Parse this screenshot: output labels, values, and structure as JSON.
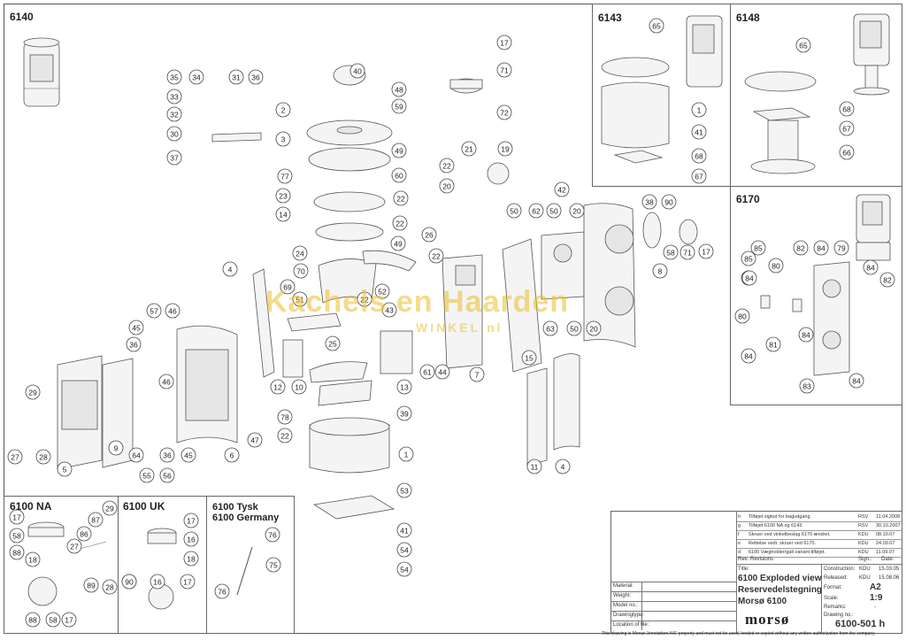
{
  "panels": {
    "main": "6140",
    "p6143": "6143",
    "p6148": "6148",
    "p6170": "6170",
    "na": "6100 NA",
    "uk": "6100 UK",
    "tysk": "6100 Tysk",
    "germany": "6100 Germany"
  },
  "watermark": {
    "main": "Kachels en Haarden",
    "sub": "WINKEL.nl"
  },
  "callouts_main": [
    "35",
    "34",
    "31",
    "36",
    "33",
    "32",
    "30",
    "37",
    "40",
    "48",
    "59",
    "2",
    "3",
    "49",
    "77",
    "60",
    "22",
    "23",
    "14",
    "17",
    "71",
    "72",
    "21",
    "19",
    "22",
    "20",
    "42",
    "50",
    "62",
    "50",
    "20",
    "38",
    "90",
    "58",
    "71",
    "17",
    "26",
    "22",
    "24",
    "70",
    "49",
    "52",
    "43",
    "22",
    "69",
    "51",
    "22",
    "4",
    "57",
    "46",
    "45",
    "36",
    "8",
    "25",
    "12",
    "10",
    "13",
    "44",
    "61",
    "63",
    "50",
    "20",
    "15",
    "7",
    "29",
    "46",
    "27",
    "28",
    "5",
    "9",
    "64",
    "55",
    "56",
    "36",
    "45",
    "6",
    "47",
    "78",
    "22",
    "39",
    "1",
    "53",
    "11",
    "4",
    "41",
    "54",
    "54"
  ],
  "callouts_6143": [
    "65",
    "1",
    "41",
    "68",
    "67"
  ],
  "callouts_6148": [
    "65",
    "68",
    "67",
    "66"
  ],
  "callouts_6170": [
    "85",
    "82",
    "84",
    "79",
    "85",
    "84",
    "80",
    "80",
    "84",
    "84",
    "84",
    "81",
    "82",
    "84",
    "83",
    "84"
  ],
  "callouts_na": [
    "17",
    "87",
    "29",
    "58",
    "86",
    "27",
    "88",
    "18",
    "90",
    "88",
    "58",
    "89",
    "28",
    "17"
  ],
  "callouts_uk": [
    "17",
    "16",
    "18",
    "90",
    "16",
    "17"
  ],
  "callouts_de": [
    "76",
    "75",
    "76"
  ],
  "revisions": [
    {
      "rev": "h",
      "text": "Tilføjet sigtud for bagudgang",
      "sign": "RSV",
      "date": "11.04.2008"
    },
    {
      "rev": "g",
      "text": "Tilføjet 6100 NA og 6143",
      "sign": "RSV",
      "date": "30.10.2007"
    },
    {
      "rev": "f",
      "text": "Skruer ved vinkelbeslag 6170 ændret.",
      "sign": "KDU",
      "date": "08.10.07"
    },
    {
      "rev": "e",
      "text": "Rettelse vedr. skruer ved 6170.",
      "sign": "KDU",
      "date": "24.09.07"
    },
    {
      "rev": "d",
      "text": "6100 Vægholder/galt variant tilføjet.",
      "sign": "KDU",
      "date": "11.09.07"
    }
  ],
  "titleblock": {
    "rev_label": "Rev.",
    "revisions_label": "Revisions",
    "sign_label": "Sign.:",
    "date_label": "Date:",
    "title_label": "Title:",
    "title1": "6100 Exploded view",
    "title2": "Reservedelstegning",
    "title3": "Morsø 6100",
    "material_label": "Material:",
    "weight_label": "Weight:",
    "model_label": "Model no.:",
    "drawingtype_label": "Drawingtype:",
    "location_label": "Location of file:",
    "construction_label": "Construction:",
    "construction_sign": "KDU",
    "construction_date": "15.03.05",
    "released_label": "Released:",
    "released_sign": "KDU",
    "released_date": "15.08.06",
    "format_label": "Format:",
    "format": "A2",
    "scale_label": "Scale:",
    "scale": "1:9",
    "remarks_label": "Remarks:",
    "remarks": "-",
    "drawingno_label": "Drawing no.:",
    "drawingno": "6100-501 h",
    "logo": "morsø",
    "footer": "This drawing is Morsø Jernstøberi A/S' property and must not be used, lended or copied without any written authorization from the company."
  }
}
